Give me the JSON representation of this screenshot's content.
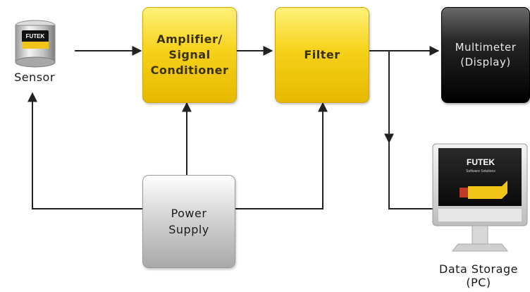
{
  "diagram": {
    "blocks": {
      "amplifier": "Amplifier/\nSignal\nConditioner",
      "filter": "Filter",
      "multimeter": "Multimeter\n(Display)",
      "power_supply": "Power\nSupply"
    },
    "labels": {
      "sensor": "Sensor",
      "data_storage": "Data Storage\n(PC)"
    },
    "sensor_brand": "FUTEK",
    "monitor_brand": "FUTEK",
    "monitor_subtitle": "Software Solutions"
  },
  "colors": {
    "yellow_block": "#f6d21a",
    "black_block": "#1a1a1a",
    "grey_block": "#c8c8c8",
    "line": "#222222"
  }
}
